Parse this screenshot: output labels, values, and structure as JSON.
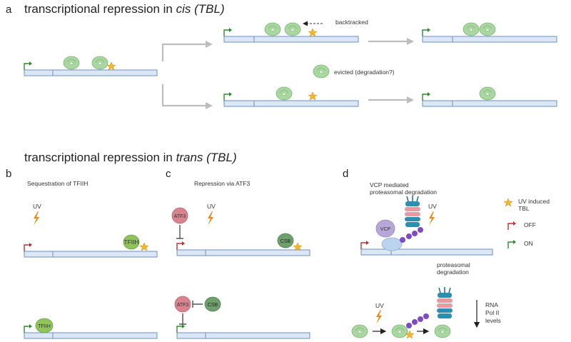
{
  "colors": {
    "on": "#2e8b2e",
    "off": "#b83232",
    "pol": "#a9d7a0",
    "tfiih": "#8fc45c",
    "atf3": "#d8838e",
    "csb": "#6f9f6d",
    "vcp": "#b7a7d8",
    "ubiquitin": "#7d4bc4",
    "proteasome": "#2a8fb0",
    "uv": "#e68a1c",
    "tbl": "#f5b62e",
    "gene": "#dce7f5"
  },
  "panels": {
    "a": {
      "letter": "a",
      "title_pre": "transcriptional repression in ",
      "title_em": "cis (TBL)",
      "backtracked": "backtracked",
      "evicted": "evicted (degradation?)"
    },
    "trans_title_pre": "transcriptional repression in ",
    "trans_title_em": "trans (TBL)",
    "b": {
      "letter": "b",
      "caption": "Sequestration of TFIIH",
      "uv": "UV",
      "tfiih": "TFIIH"
    },
    "c": {
      "letter": "c",
      "caption": "Repression via ATF3",
      "uv": "UV",
      "atf3": "ATF3",
      "csb": "CSB"
    },
    "d": {
      "letter": "d",
      "caption_line1": "VCP mediated",
      "caption_line2": "proteasomal degradation",
      "uv": "UV",
      "vcp": "VCP",
      "prot_line1": "proteasomal",
      "prot_line2": "degradation",
      "levels_line1": "RNA",
      "levels_line2": "Pol II",
      "levels_line3": "levels"
    }
  },
  "legend": {
    "tbl_line1": "UV induced",
    "tbl_line2": "TBL",
    "off": "OFF",
    "on": "ON"
  }
}
